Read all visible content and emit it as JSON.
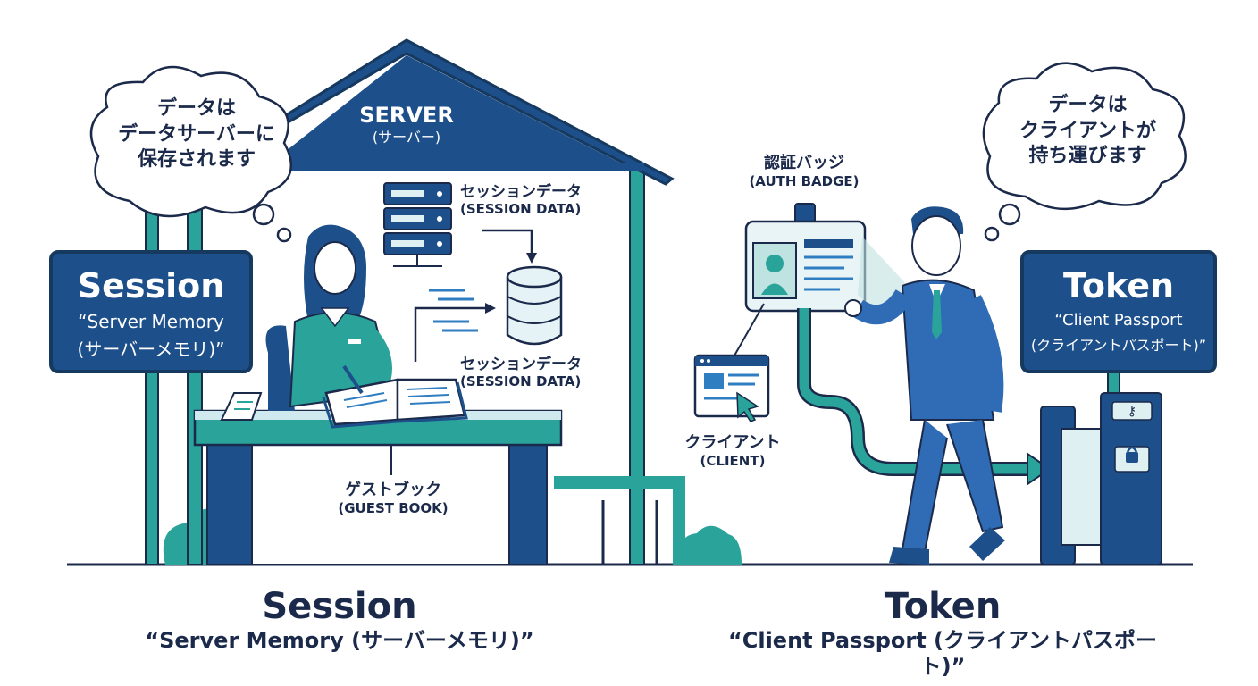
{
  "session_side": {
    "thought": [
      "データは",
      "データサーバーに",
      "保存されます"
    ],
    "server_title": "SERVER",
    "server_subtitle": "(サーバー)",
    "sign": {
      "title": "Session",
      "line1": "“Server Memory",
      "line2": "(サーバーメモリ)”"
    },
    "session_data_1": {
      "jp": "セッションデータ",
      "en": "(SESSION DATA)"
    },
    "session_data_2": {
      "jp": "セッションデータ",
      "en": "(SESSION DATA)"
    },
    "guest_book": {
      "jp": "ゲストブック",
      "en": "(GUEST BOOK)"
    }
  },
  "token_side": {
    "thought": [
      "データは",
      "クライアントが",
      "持ち運びます"
    ],
    "auth_badge": {
      "jp": "認証バッジ",
      "en": "(AUTH BADGE)"
    },
    "client": {
      "jp": "クライアント",
      "en": "(CLIENT)"
    },
    "sign": {
      "title": "Token",
      "line1": "“Client Passport",
      "line2": "(クライアントパスポート)”"
    }
  },
  "footer": {
    "session_title": "Session",
    "session_sub": "“Server Memory (サーバーメモリ)”",
    "token_title": "Token",
    "token_sub": "“Client Passport (クライアントパスポート)”"
  },
  "colors": {
    "navy": "#1d4f8a",
    "teal": "#2aa39a",
    "light": "#dff0f3",
    "ink": "#1b2a4a"
  }
}
